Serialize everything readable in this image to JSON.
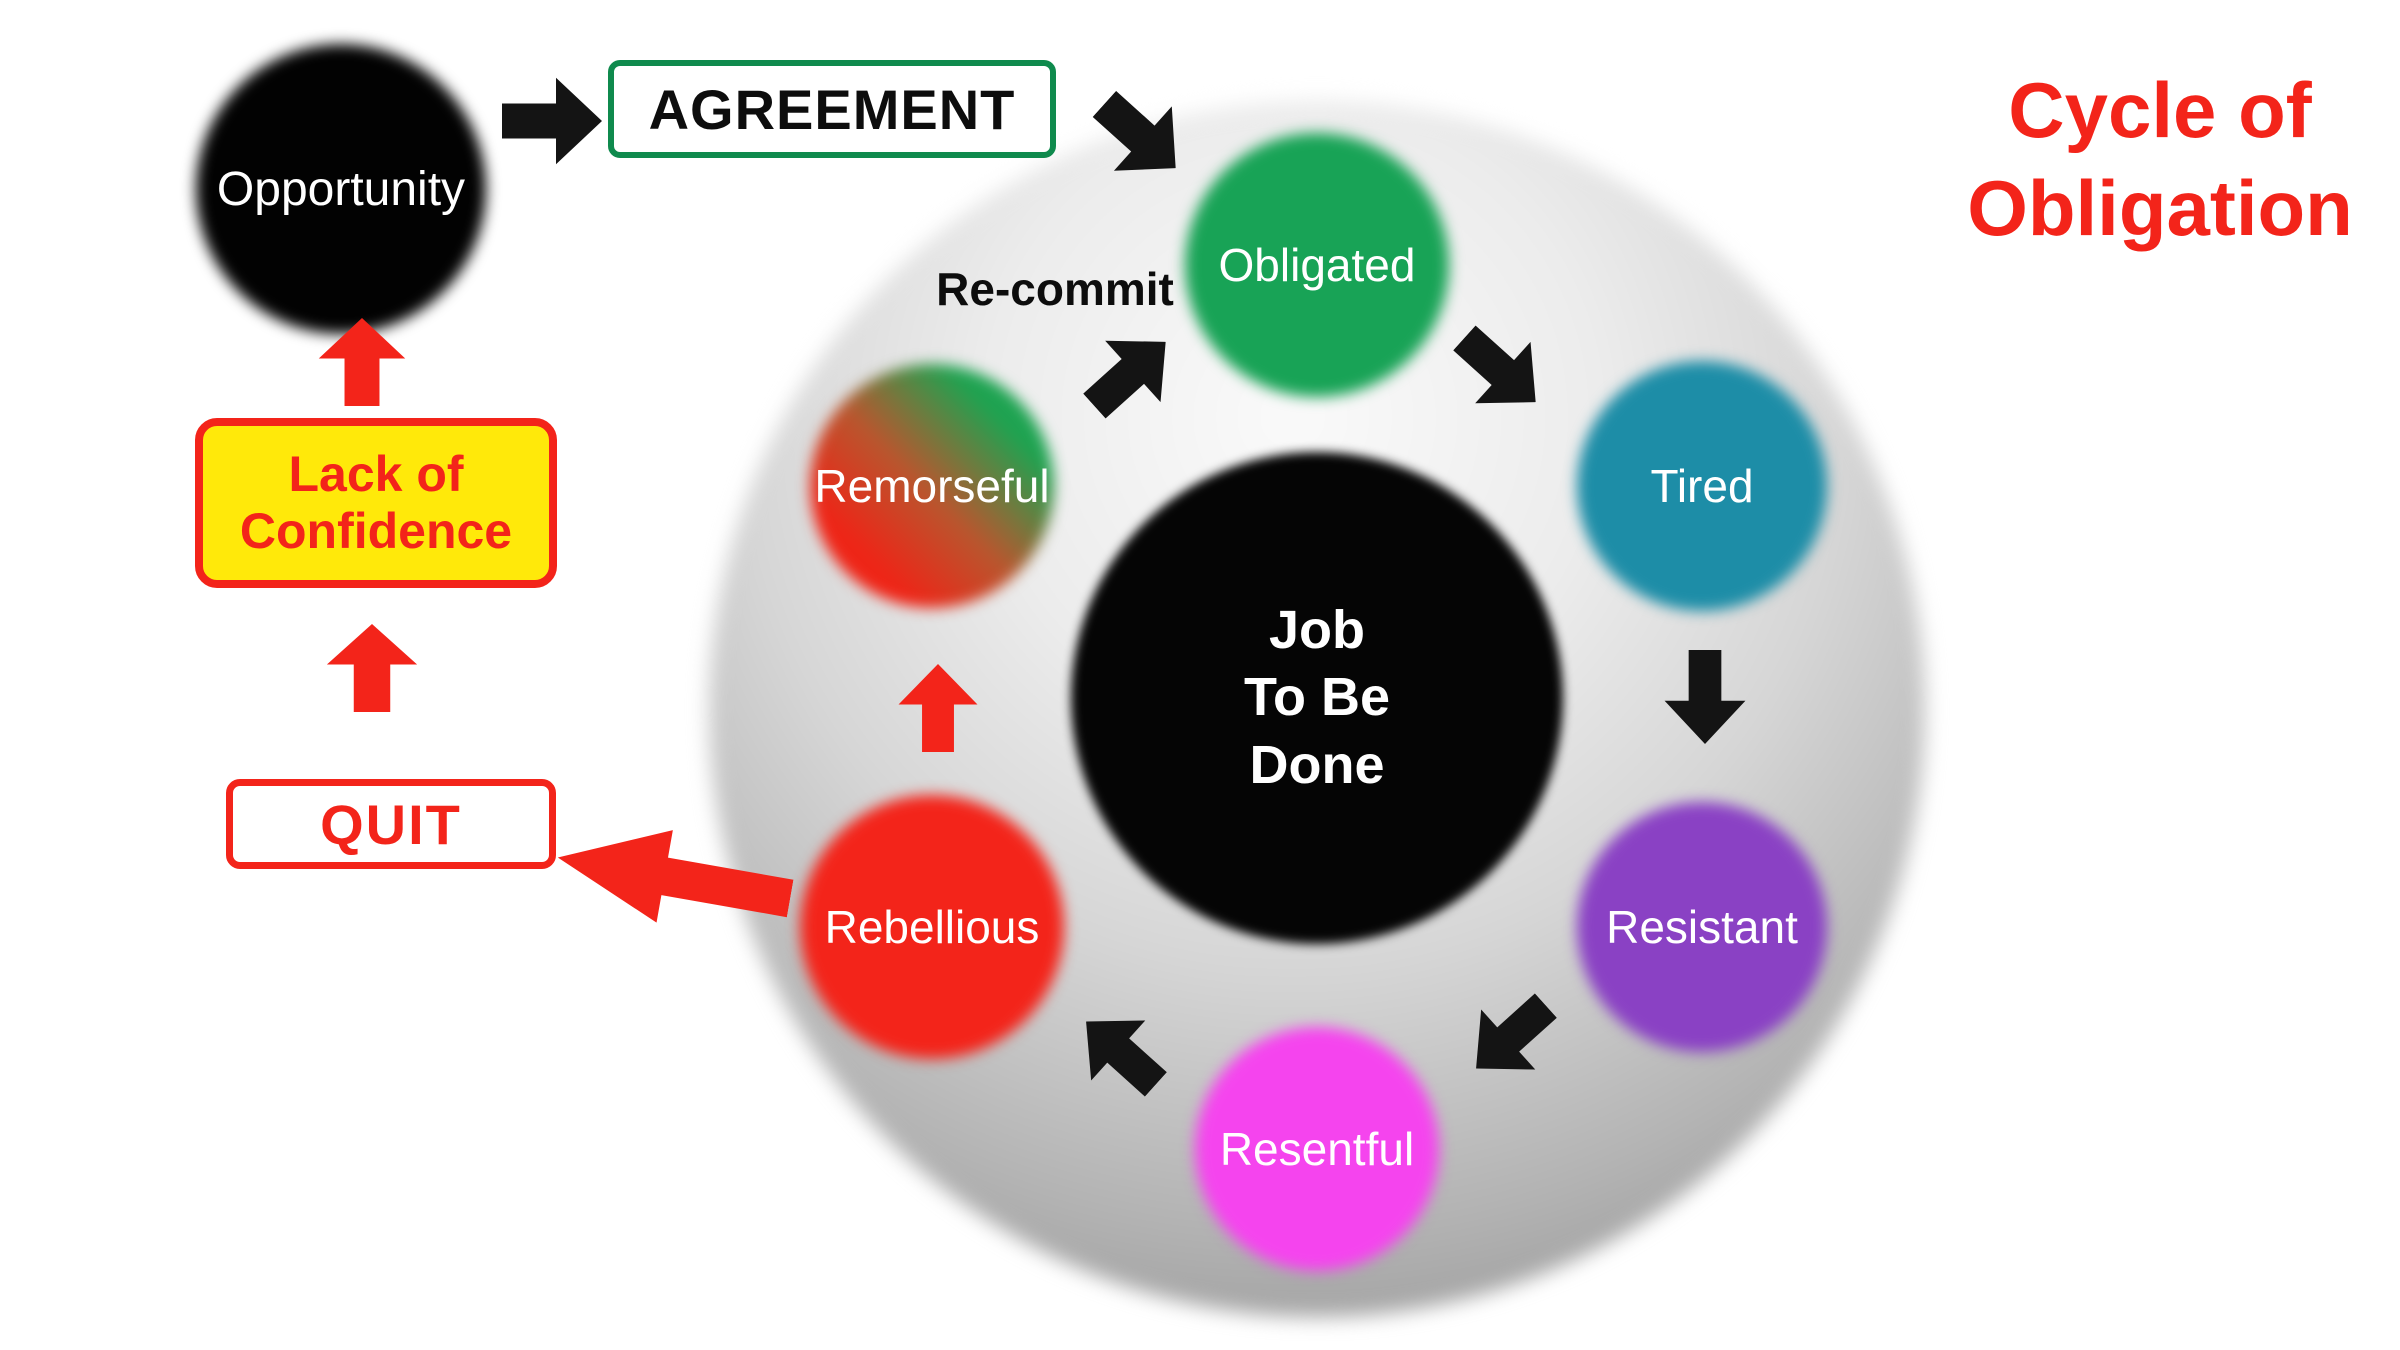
{
  "title": "Cycle of\nObligation",
  "colors": {
    "title": "#f3241a",
    "arrow_black": "#141414",
    "arrow_red": "#f3241a",
    "agreement_border": "#0f8a4d",
    "quit_border": "#f3241a",
    "lack_border": "#f3241a",
    "lack_bg": "#ffe90a"
  },
  "outer": {
    "opportunity": {
      "label": "Opportunity",
      "bg": "#020202"
    },
    "agreement": {
      "label": "AGREEMENT"
    },
    "lack_of_confidence": {
      "label": "Lack of\nConfidence"
    },
    "quit": {
      "label": "QUIT"
    },
    "recommit": "Re-commit"
  },
  "cycle": {
    "center": {
      "label": "Job\nTo Be\nDone",
      "bg": "#050505"
    },
    "stages": [
      {
        "id": "obligated",
        "label": "Obligated",
        "bg": "#18a356"
      },
      {
        "id": "tired",
        "label": "Tired",
        "bg": "#1d8da7"
      },
      {
        "id": "resistant",
        "label": "Resistant",
        "bg": "#8a41c4"
      },
      {
        "id": "resentful",
        "label": "Resentful",
        "bg": "#f544ee"
      },
      {
        "id": "rebellious",
        "label": "Rebellious",
        "bg": "#f3241a"
      },
      {
        "id": "remorseful",
        "label": "Remorseful",
        "bg": "linear-gradient(225deg, #1ea351 22%, #b9562e 52%, #ee2517 78%)"
      }
    ]
  }
}
